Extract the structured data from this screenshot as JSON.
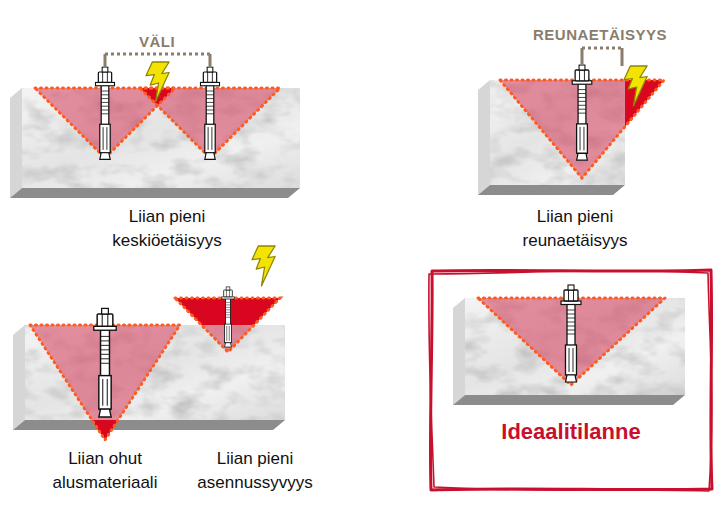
{
  "diagram": {
    "nodes": [
      {
        "text": [
          "Ideaalitilanne"
        ]
      }
    ],
    "labels": [
      "VÄLI",
      "REUNAETÄISYYS",
      "Liian pieni keskiöetäisyys",
      "Liian pieni reunaetäisyys",
      "Liian ohut alusmateriaali",
      "Liian pieni asennussyvyys"
    ]
  }
}
